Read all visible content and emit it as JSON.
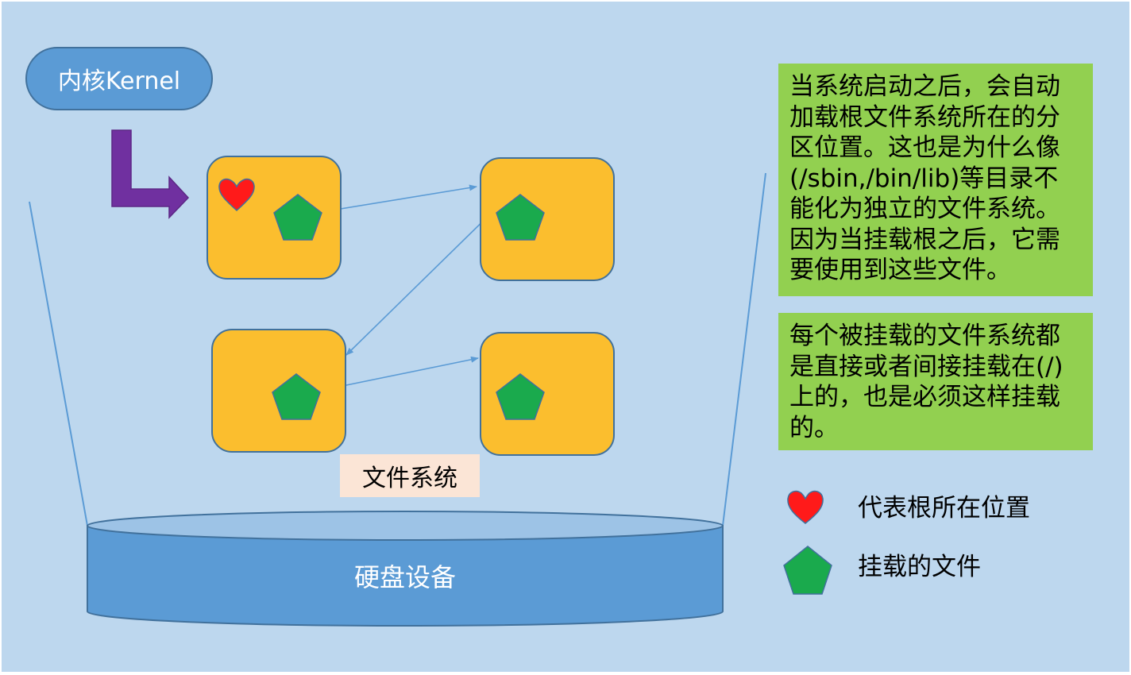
{
  "kernel": {
    "label": "内核Kernel"
  },
  "filesystem_label": "文件系统",
  "disk": {
    "label": "硬盘设备"
  },
  "notes": [
    "当系统启动之后，会自动加载根文件系统所在的分区位置。这也是为什么像(/sbin,/bin/lib)等目录不能化为独立的文件系统。因为当挂载根之后，它需要使用到这些文件。",
    "每个被挂载的文件系统都是直接或者间接挂载在(/)上的，也是必须这样挂载的。"
  ],
  "legend": [
    {
      "icon": "heart-icon",
      "label": "代表根所在位置"
    },
    {
      "icon": "pentagon-icon",
      "label": "挂载的文件"
    }
  ],
  "colors": {
    "background": "#bdd7ee",
    "kernel": "#5b9bd5",
    "box": "#fbbe2e",
    "pentagon": "#1aaa4d",
    "heart": "#ff1a1a",
    "note": "#92d050",
    "arrow": "#7030a0",
    "disk": "#5b9bd5"
  }
}
